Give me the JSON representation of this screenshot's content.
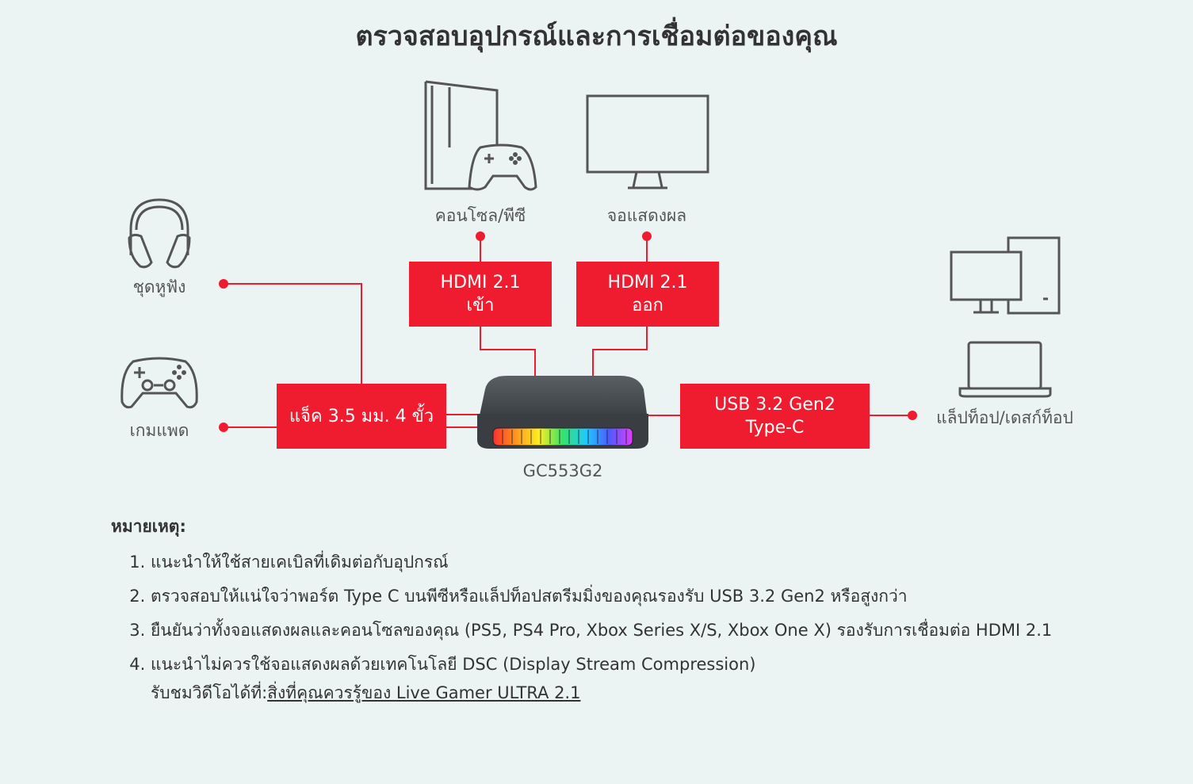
{
  "title": "ตรวจสอบอุปกรณ์และการเชื่อมต่อของคุณ",
  "devices": {
    "console_pc": "คอนโซล/พีซี",
    "monitor": "จอแสดงผล",
    "headset": "ชุดหูฟัง",
    "gamepad": "เกมแพด",
    "laptop_desktop": "แล็ปท็อป/เดสก์ท็อป",
    "capture_card": "GC553G2"
  },
  "ports": {
    "hdmi_in": {
      "line1": "HDMI 2.1",
      "line2": "เข้า"
    },
    "hdmi_out": {
      "line1": "HDMI 2.1",
      "line2": "ออก"
    },
    "jack": "แจ็ค 3.5 มม. 4 ขั้ว",
    "usb": {
      "line1": "USB 3.2 Gen2",
      "line2": "Type-C"
    }
  },
  "colors": {
    "accent": "#ee1c2e",
    "icon_stroke": "#555555",
    "background": "#ecf4f3"
  },
  "notes": {
    "heading": "หมายเหตุ:",
    "items": [
      "แนะนำให้ใช้สายเคเบิลที่เดิมต่อกับอุปกรณ์",
      "ตรวจสอบให้แน่ใจว่าพอร์ต Type C บนพีซีหรือแล็ปท็อปสตรีมมิ่งของคุณรองรับ USB 3.2 Gen2 หรือสูงกว่า",
      "ยืนยันว่าทั้งจอแสดงผลและคอนโซลของคุณ (PS5, PS4 Pro, Xbox Series X/S, Xbox One X) รองรับการเชื่อมต่อ HDMI 2.1",
      "แนะนำไม่ควรใช้จอแสดงผลด้วยเทคโนโลยี DSC (Display Stream Compression)"
    ],
    "video_prefix": "รับชมวิดีโอได้ที่:",
    "video_link": "สิ่งที่คุณควรรู้ของ Live Gamer ULTRA 2.1"
  }
}
